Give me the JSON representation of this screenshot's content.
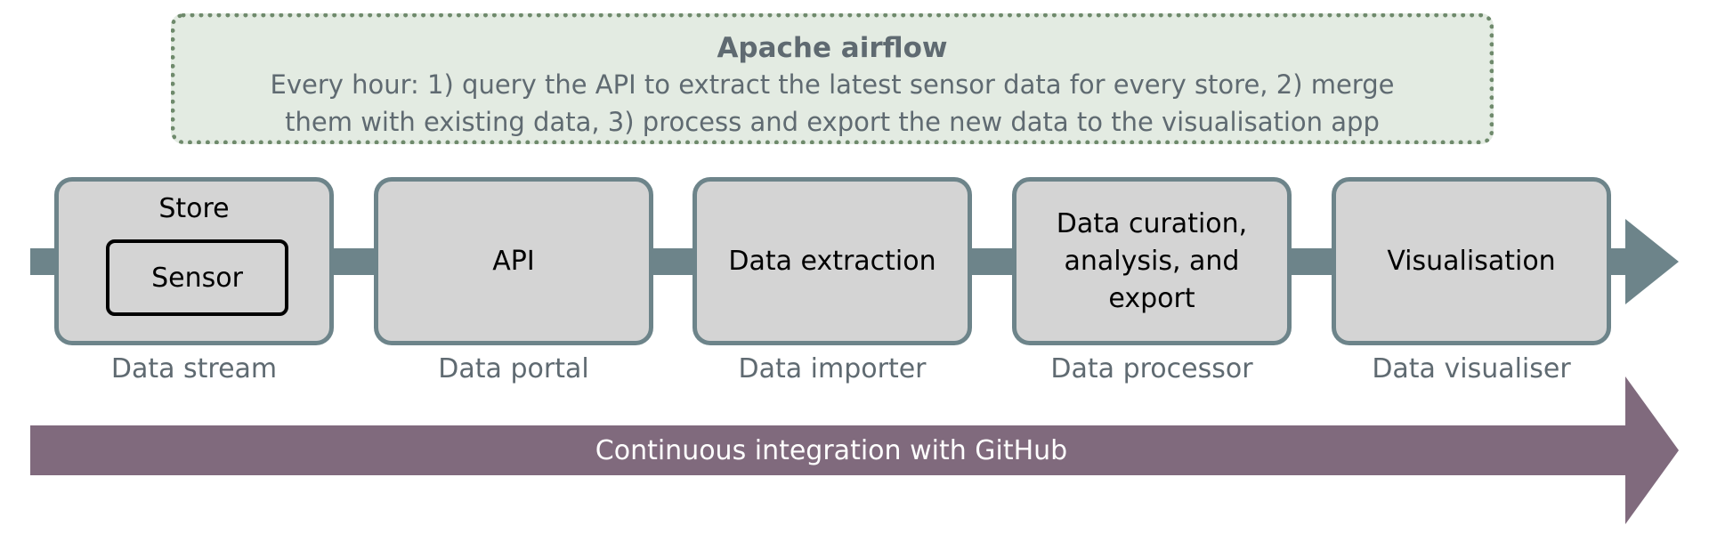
{
  "airflow": {
    "title": "Apache airflow",
    "line1": "Every hour: 1) query the API to extract the latest sensor data for every store, 2) merge",
    "line2": "them  with existing data, 3) process and export the new data to the visualisation app"
  },
  "stages": [
    {
      "label": "Store",
      "inner": "Sensor",
      "caption": "Data stream"
    },
    {
      "label": "API",
      "caption": "Data portal"
    },
    {
      "label": "Data extraction",
      "caption": "Data importer"
    },
    {
      "label": "Data curation, analysis, and export",
      "caption": "Data processor"
    },
    {
      "label": "Visualisation",
      "caption": "Data visualiser"
    }
  ],
  "ci": {
    "label": "Continuous integration with GitHub"
  },
  "colors": {
    "pipeline_arrow": "#6d848a",
    "ci_arrow": "#806a7d",
    "stage_fill": "#d4d4d4",
    "airflow_fill": "#e3ebe2",
    "airflow_border": "#6f8a6c",
    "caption_text": "#5f6a71"
  }
}
